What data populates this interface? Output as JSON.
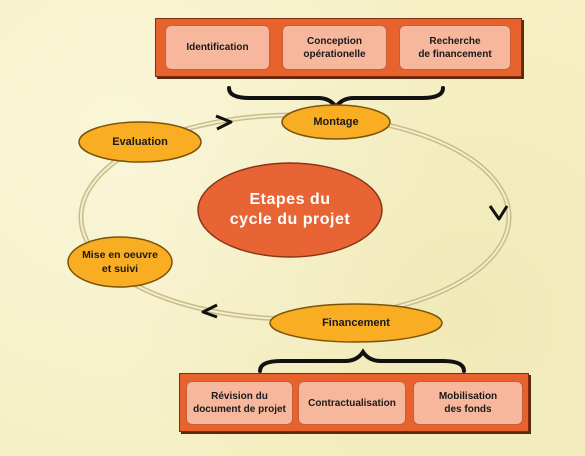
{
  "diagram": {
    "center_title": "Etapes du\ncycle du projet",
    "top_group": {
      "items": [
        "Identification",
        "Conception\nopérationelle",
        "Recherche\nde financement"
      ]
    },
    "bottom_group": {
      "items": [
        "Révision du\ndocument de projet",
        "Contractualisation",
        "Mobilisation\ndes fonds"
      ]
    },
    "stages": {
      "montage": "Montage",
      "financement": "Financement",
      "mise_en_oeuvre": "Mise en oeuvre\net suivi",
      "evaluation": "Evaluation"
    },
    "colors": {
      "background": "#f6f0c4",
      "stage_fill": "#f8ad22",
      "center_fill": "#e96435",
      "group_fill": "#e8622e",
      "sub_box_fill": "#f7b79c"
    }
  }
}
